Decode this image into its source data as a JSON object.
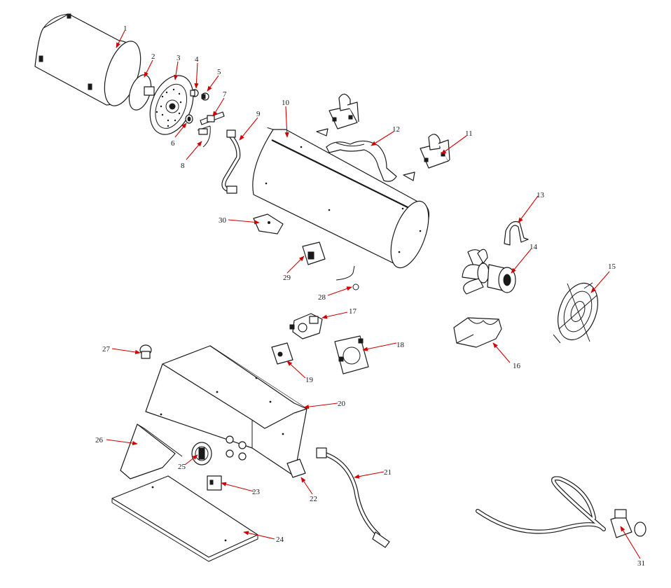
{
  "colors": {
    "line": "#1a1a1a",
    "leader": "#d00000",
    "background": "#ffffff"
  },
  "callouts": [
    {
      "id": "p1",
      "label": "1"
    },
    {
      "id": "p2",
      "label": "2"
    },
    {
      "id": "p3",
      "label": "3"
    },
    {
      "id": "p4",
      "label": "4"
    },
    {
      "id": "p5",
      "label": "5"
    },
    {
      "id": "p6",
      "label": "6"
    },
    {
      "id": "p7",
      "label": "7"
    },
    {
      "id": "p8",
      "label": "8"
    },
    {
      "id": "p9",
      "label": "9"
    },
    {
      "id": "p10",
      "label": "10"
    },
    {
      "id": "p11",
      "label": "11"
    },
    {
      "id": "p12",
      "label": "12"
    },
    {
      "id": "p13",
      "label": "13"
    },
    {
      "id": "p14",
      "label": "14"
    },
    {
      "id": "p15",
      "label": "15"
    },
    {
      "id": "p16",
      "label": "16"
    },
    {
      "id": "p17",
      "label": "17"
    },
    {
      "id": "p18",
      "label": "18"
    },
    {
      "id": "p19",
      "label": "19"
    },
    {
      "id": "p20",
      "label": "20"
    },
    {
      "id": "p21",
      "label": "21"
    },
    {
      "id": "p22",
      "label": "22"
    },
    {
      "id": "p23",
      "label": "23"
    },
    {
      "id": "p24",
      "label": "24"
    },
    {
      "id": "p25",
      "label": "25"
    },
    {
      "id": "p26",
      "label": "26"
    },
    {
      "id": "p27",
      "label": "27"
    },
    {
      "id": "p28",
      "label": "28"
    },
    {
      "id": "p29",
      "label": "29"
    },
    {
      "id": "p30",
      "label": "30"
    },
    {
      "id": "p31",
      "label": "31"
    }
  ]
}
